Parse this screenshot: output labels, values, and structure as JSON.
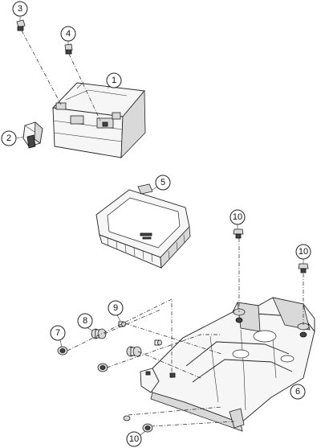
{
  "callouts": {
    "c1": "1",
    "c2": "2",
    "c3": "3",
    "c4": "4",
    "c5": "5",
    "c6": "6",
    "c7": "7",
    "c8": "8",
    "c9": "9",
    "c10a": "10",
    "c10b": "10",
    "c10c": "10"
  }
}
